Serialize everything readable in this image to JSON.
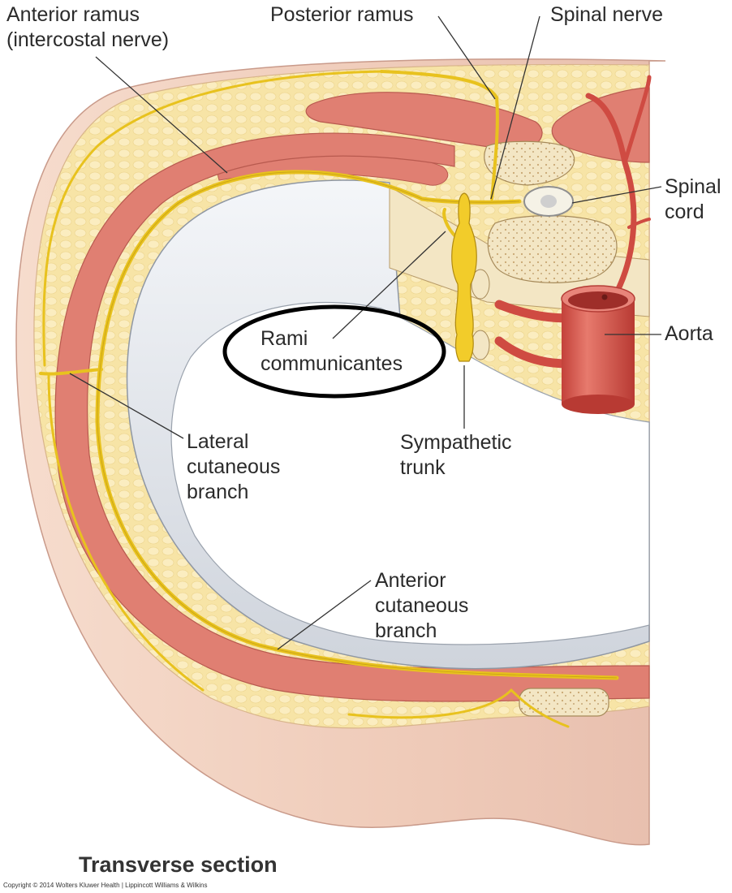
{
  "figure": {
    "caption": "Transverse section",
    "copyright": "Copyright © 2014 Wolters Kluwer Health | Lippincott Williams & Wilkins",
    "colors": {
      "skin": "#f2d3c3",
      "skin_edge": "#c99a8a",
      "fat": "#f7e4a6",
      "muscle": "#e07f72",
      "muscle_dark": "#c8665b",
      "nerve": "#e8c21e",
      "nerve_edge": "#b08a10",
      "pleura": "#e6e9ee",
      "bone": "#f3e6c4",
      "artery": "#cf4b42",
      "circle_annotation": "#000000"
    }
  },
  "labels": {
    "anterior_ramus": [
      "Anterior ramus",
      "(intercostal nerve)"
    ],
    "posterior_ramus": [
      "Posterior ramus"
    ],
    "spinal_nerve": [
      "Spinal nerve"
    ],
    "spinal_cord": [
      "Spinal",
      "cord"
    ],
    "aorta": [
      "Aorta"
    ],
    "rami_communicantes": [
      "Rami",
      "communicantes"
    ],
    "sympathetic_trunk": [
      "Sympathetic",
      "trunk"
    ],
    "lateral_cutaneous": [
      "Lateral",
      "cutaneous",
      "branch"
    ],
    "anterior_cutaneous": [
      "Anterior",
      "cutaneous",
      "branch"
    ]
  },
  "annotations": {
    "highlighted_structure": "Rami communicantes"
  }
}
